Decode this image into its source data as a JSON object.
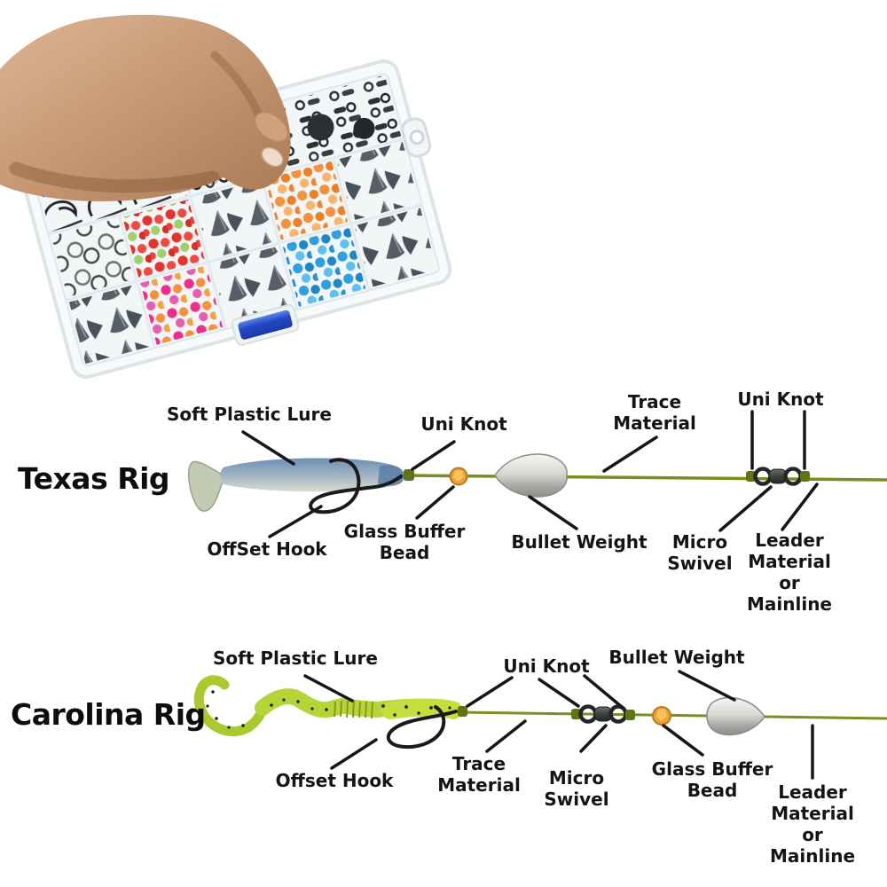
{
  "image_type": "fishing tackle kit infographic",
  "photo": {
    "subject": "hand holding clear plastic tackle organizer box",
    "tackle_box": {
      "latch_color": "#2448c8",
      "compartments": [
        {
          "name": "offset-hooks",
          "contents": "black offset hooks"
        },
        {
          "name": "snap-swivels",
          "contents": "black snap swivels"
        },
        {
          "name": "barrel-swivels",
          "contents": "black barrel swivels and rings"
        },
        {
          "name": "split-rings",
          "contents": "silver split rings"
        },
        {
          "name": "red-green-beads",
          "contents": "red and green beads"
        },
        {
          "name": "bullet-weights-1",
          "contents": "grey bullet weights"
        },
        {
          "name": "orange-beads",
          "contents": "orange beads"
        },
        {
          "name": "bullet-weights-2",
          "contents": "grey bullet weights"
        },
        {
          "name": "bullet-weights-3",
          "contents": "grey bullet weights"
        },
        {
          "name": "pink-orange-beads",
          "contents": "pink and orange beads"
        },
        {
          "name": "bullet-weights-4",
          "contents": "grey bullet weights"
        },
        {
          "name": "blue-beads",
          "contents": "blue beads"
        },
        {
          "name": "bullet-weights-5",
          "contents": "grey bullet weights"
        }
      ]
    }
  },
  "rigs": [
    {
      "id": "texas",
      "title": "Texas Rig",
      "labels": {
        "soft_plastic_lure": "Soft Plastic Lure",
        "uni_knot_left": "Uni Knot",
        "trace_material": "Trace\nMaterial",
        "uni_knot_right": "Uni Knot",
        "offset_hook": "OffSet Hook",
        "glass_buffer_bead": "Glass Buffer\nBead",
        "bullet_weight": "Bullet Weight",
        "micro_swivel": "Micro\nSwivel",
        "leader": "Leader\nMaterial\nor Mainline"
      }
    },
    {
      "id": "carolina",
      "title": "Carolina Rig",
      "labels": {
        "soft_plastic_lure": "Soft Plastic Lure",
        "uni_knot": "Uni Knot",
        "bullet_weight": "Bullet Weight",
        "offset_hook": "Offset Hook",
        "trace_material": "Trace\nMaterial",
        "micro_swivel": "Micro\nSwivel",
        "glass_buffer_bead": "Glass Buffer\nBead",
        "leader": "Leader\nMaterial\nor Mainline"
      }
    }
  ],
  "colors": {
    "line_olive": "#7e8c1f",
    "knot_olive": "#5f7514",
    "bead_orange": "#e8a33c",
    "bullet_silver": "#c9c9c6",
    "swivel_dark": "#3c413c",
    "latch_blue": "#2448c8",
    "worm_chartreuse": "#b5d435",
    "lure_blue": "#6c8fb4",
    "text": "#141414"
  }
}
